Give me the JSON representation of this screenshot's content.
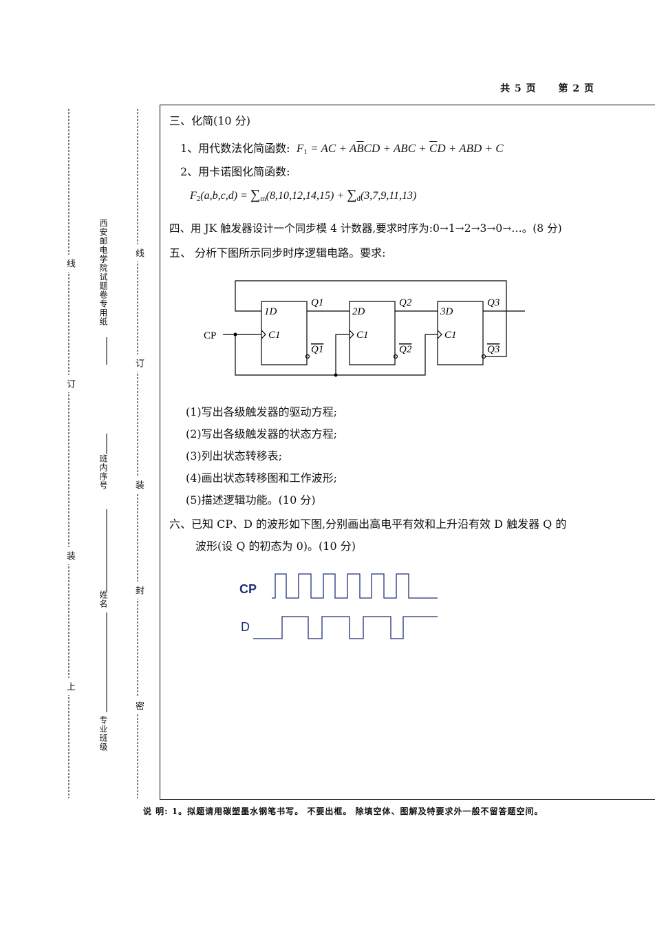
{
  "header": {
    "total_pages": "共 5 页",
    "current_page": "第 2 页"
  },
  "side_margin": {
    "outer_line": {
      "top_char": "线",
      "mid_char": "订",
      "low_char": "装",
      "bottom_char": "上"
    },
    "inner_line": {
      "c1": "线",
      "c2": "订",
      "c3": "装",
      "c4": "封",
      "c5": "密"
    },
    "labels": {
      "paper_title": "西安邮电学院试题卷专用纸",
      "class_number": "班内序号",
      "name": "姓名",
      "major_class": "专业班级"
    }
  },
  "section3": {
    "title": "三、化简(10 分)",
    "item1_text": "1、用代数法化简函数:",
    "item2_text": "2、用卡诺图化简函数:"
  },
  "section4": {
    "text": "四、用 JK 触发器设计一个同步模 4 计数器,要求时序为:0→1→2→3→0→…。(8 分)"
  },
  "section5": {
    "title": "五、 分析下图所示同步时序逻辑电路。要求:",
    "circuit": {
      "cp_label": "CP",
      "ff1": {
        "d": "1D",
        "c": "C1",
        "q": "Q1",
        "qn": "Q1"
      },
      "ff2": {
        "d": "2D",
        "c": "C1",
        "q": "Q2",
        "qn": "Q2"
      },
      "ff3": {
        "d": "3D",
        "c": "C1",
        "q": "Q3",
        "qn": "Q3"
      }
    },
    "requirements": [
      "(1)写出各级触发器的驱动方程;",
      "(2)写出各级触发器的状态方程;",
      "(3)列出状态转移表;",
      "(4)画出状态转移图和工作波形;",
      "(5)描述逻辑功能。(10 分)"
    ]
  },
  "section6": {
    "line1": "六、已知 CP、D 的波形如下图,分别画出高电平有效和上升沿有效 D 触发器 Q 的",
    "line2": "波形(设 Q 的初态为 0)。(10 分)",
    "cp_label": "CP",
    "d_label": "D",
    "wave_color": "#1f2f7a"
  },
  "footer": {
    "note": "说 明: 1。拟题请用碳塑墨水钢笔书写。 不要出框。 除填空体、图解及特要求外一般不留答题空间。"
  }
}
